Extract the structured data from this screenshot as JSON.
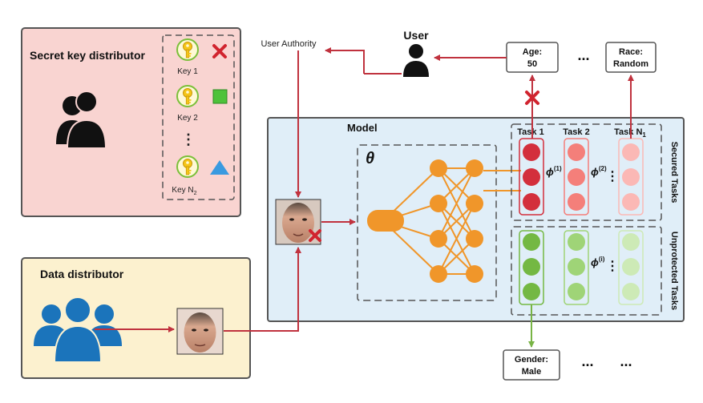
{
  "secret_key_panel": {
    "title": "Secret key distributor",
    "keys": [
      {
        "label": "Key 1",
        "marker": "red-x"
      },
      {
        "label": "Key 2",
        "marker": "green-square"
      },
      {
        "label": "Key N",
        "subscript": "2",
        "marker": "blue-triangle"
      }
    ],
    "ellipsis": "⋮"
  },
  "data_panel": {
    "title": "Data distributor"
  },
  "user": {
    "label": "User",
    "authority_label": "User Authority"
  },
  "outputs_top": [
    {
      "line1": "Age:",
      "line2": "50"
    },
    {
      "line1": "Race:",
      "line2": "Random"
    }
  ],
  "outputs_bottom": [
    {
      "line1": "Gender:",
      "line2": "Male"
    }
  ],
  "ellipsis_h": "...",
  "model": {
    "title": "Model",
    "theta": "θ",
    "tasks": [
      {
        "label": "Task 1",
        "subscript": ""
      },
      {
        "label": "Task 2",
        "subscript": ""
      },
      {
        "label": "Task N",
        "subscript": "1"
      }
    ],
    "phi": [
      {
        "base": "ϕ",
        "sup": "(1)"
      },
      {
        "base": "ϕ",
        "sup": "(2)"
      },
      {
        "base": "ϕ",
        "sup": "(i)"
      }
    ],
    "secured_label": "Secured Tasks",
    "unprotected_label": "Unprotected Tasks"
  },
  "colors": {
    "secret_bg": "#f9d4d1",
    "data_bg": "#fcf1cf",
    "model_bg": "#e0eef8",
    "arrow_red": "#c0323e",
    "arrow_green": "#78b445",
    "orange": "#f0962a",
    "key_gold": "#f5c518",
    "task1_red": "#d32f3c",
    "task2_red": "#f47f7a",
    "taskn_red": "#fbb8b5",
    "task1_green": "#74b843",
    "task2_green": "#9fd477",
    "taskn_green": "#cdeab6",
    "people_blue": "#1b74bb"
  }
}
